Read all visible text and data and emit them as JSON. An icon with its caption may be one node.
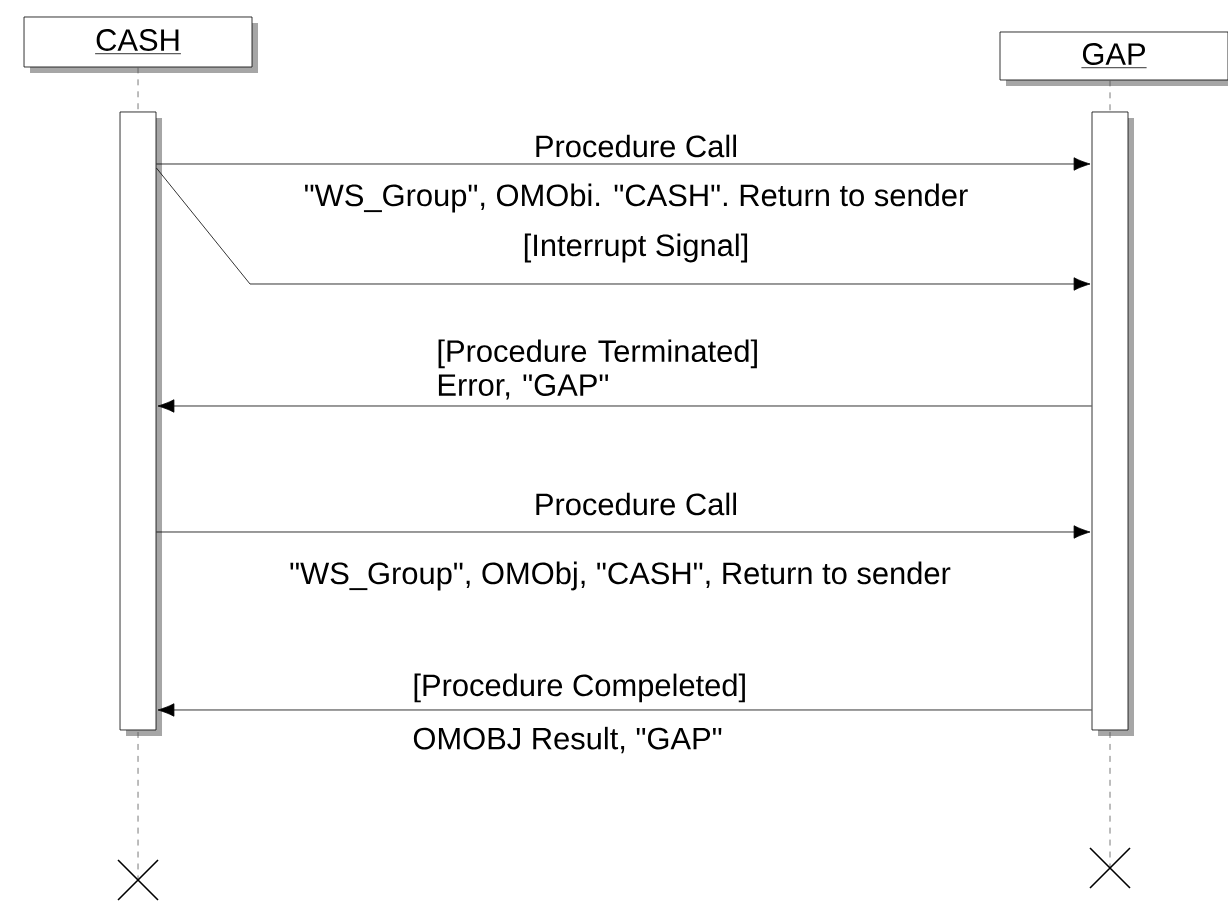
{
  "diagram": {
    "nodes": [
      {
        "text": [
          "CASH"
        ]
      },
      {
        "text": [
          "GAP"
        ]
      },
      {
        "text": [],
        "shape": "bar"
      },
      {
        "text": [],
        "shape": "bar"
      }
    ],
    "edges": [
      {
        "from": 0,
        "to": 2,
        "arrow": "none",
        "style": "dashed"
      },
      {
        "from": 1,
        "to": 3,
        "arrow": "none",
        "style": "dashed"
      },
      {
        "from": 2,
        "to": 3,
        "arrow": "to",
        "label": "Procedure Call"
      },
      {
        "from": 2,
        "to": 3,
        "arrow": "to",
        "label": "[Interrupt Signal]"
      },
      {
        "from": 3,
        "to": 2,
        "arrow": "to",
        "label": "[Procedure Terminated] Error, \"GAP\""
      },
      {
        "from": 2,
        "to": 3,
        "arrow": "to",
        "label": "Procedure Call"
      },
      {
        "from": 3,
        "to": 2,
        "arrow": "to",
        "label": "[Procedure Compeleted]"
      }
    ],
    "labels": [
      "\"WS_Group\", OMObi. \"CASH\". Return to sender",
      "\"WS_Group\", OMObj, \"CASH\", Return to sender",
      "OMOBJ Result, \"GAP\""
    ]
  }
}
